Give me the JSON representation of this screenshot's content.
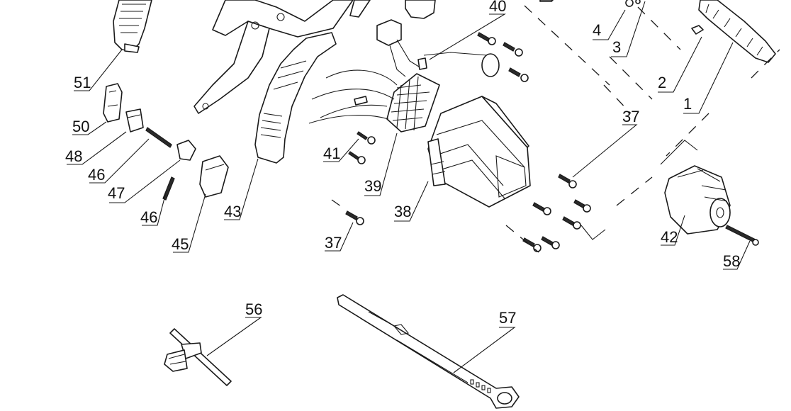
{
  "diagram": {
    "callouts": [
      {
        "id": "c40",
        "text": "40"
      },
      {
        "id": "c4",
        "text": "4"
      },
      {
        "id": "c3",
        "text": "3"
      },
      {
        "id": "c2",
        "text": "2"
      },
      {
        "id": "c1",
        "text": "1"
      },
      {
        "id": "c51",
        "text": "51"
      },
      {
        "id": "c50",
        "text": "50"
      },
      {
        "id": "c48",
        "text": "48"
      },
      {
        "id": "c46a",
        "text": "46"
      },
      {
        "id": "c47",
        "text": "47"
      },
      {
        "id": "c46b",
        "text": "46"
      },
      {
        "id": "c45",
        "text": "45"
      },
      {
        "id": "c43",
        "text": "43"
      },
      {
        "id": "c41",
        "text": "41"
      },
      {
        "id": "c39",
        "text": "39"
      },
      {
        "id": "c38",
        "text": "38"
      },
      {
        "id": "c37a",
        "text": "37"
      },
      {
        "id": "c37b",
        "text": "37"
      },
      {
        "id": "c42",
        "text": "42"
      },
      {
        "id": "c58",
        "text": "58"
      },
      {
        "id": "c56",
        "text": "56"
      },
      {
        "id": "c57",
        "text": "57"
      }
    ]
  }
}
